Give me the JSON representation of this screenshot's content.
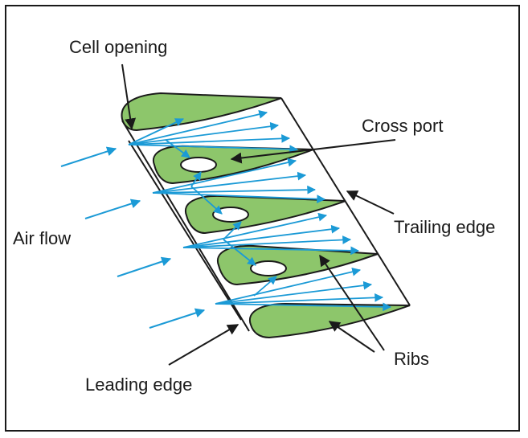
{
  "labels": {
    "cell_opening": "Cell opening",
    "cross_port": "Cross port",
    "trailing_edge": "Trailing edge",
    "air_flow": "Air flow",
    "ribs": "Ribs",
    "leading_edge": "Leading edge"
  },
  "colors": {
    "rib_fill": "#8dc66b",
    "outline": "#1a1a1a",
    "airflow": "#1b9ad6",
    "port": "#ffffff"
  }
}
